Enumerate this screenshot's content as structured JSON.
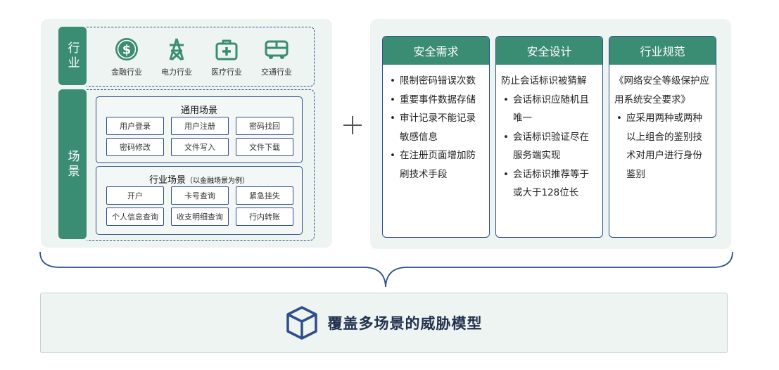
{
  "left": {
    "industry_tab": "行业",
    "scene_tab": "场景",
    "industries": [
      {
        "label": "金融行业",
        "icon": "dollar-coin-icon"
      },
      {
        "label": "电力行业",
        "icon": "power-tower-icon"
      },
      {
        "label": "医疗行业",
        "icon": "medical-kit-icon"
      },
      {
        "label": "交通行业",
        "icon": "bus-icon"
      }
    ],
    "general_scene": {
      "title": "通用场景",
      "items": [
        "用户登录",
        "用户注册",
        "密码找回",
        "密码修改",
        "文件写入",
        "文件下载"
      ]
    },
    "industry_scene": {
      "title": "行业场景",
      "note": "（以金融场景为例）",
      "items": [
        "开户",
        "卡号查询",
        "紧急挂失",
        "个人信息查询",
        "收支明细查询",
        "行内转账"
      ]
    }
  },
  "plus_icon": "plus-icon",
  "right": {
    "columns": [
      {
        "title": "安全需求",
        "bullets": [
          "限制密码错误次数",
          "重要事件数据存储",
          "审计记录不能记录敏感信息",
          "在注册页面增加防刷技术手段"
        ]
      },
      {
        "title": "安全设计",
        "intro": "防止会话标识被猜解",
        "bullets": [
          "会话标识应随机且唯一",
          "会话标识验证尽在服务端实现",
          "会话标识推荐等于或大于128位长"
        ]
      },
      {
        "title": "行业规范",
        "intro": "《网络安全等级保护应用系统安全要求》",
        "bullets": [
          "应采用两种或两种以上组合的鉴别技术对用户进行身份鉴别"
        ]
      }
    ]
  },
  "bottom": {
    "icon": "cube-icon",
    "text": "覆盖多场景的威胁模型"
  },
  "colors": {
    "green": "#3a8c72",
    "navy": "#2e4f8a",
    "panel": "#edf4f1"
  }
}
